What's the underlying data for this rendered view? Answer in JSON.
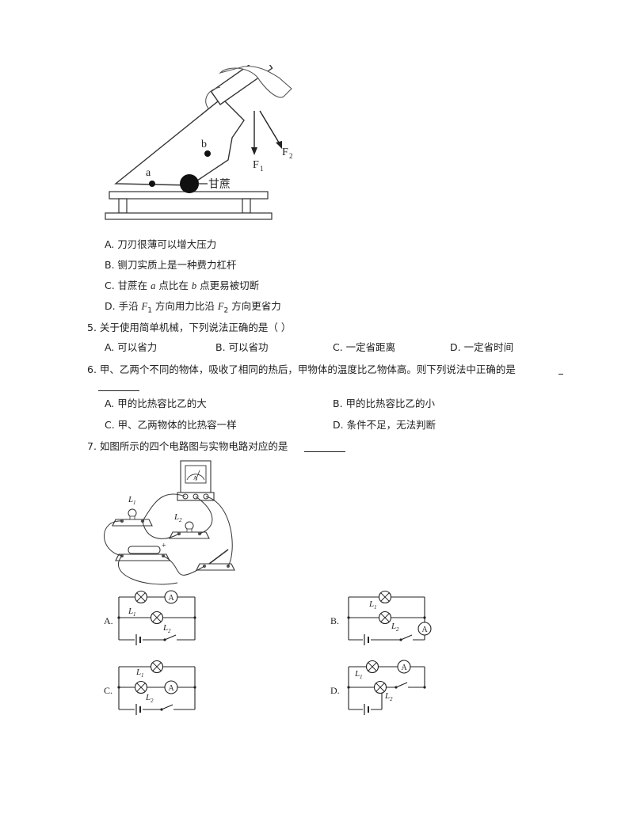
{
  "q4": {
    "figure": {
      "a": "a",
      "b": "b",
      "f1_main": "F",
      "f1_sub": "1",
      "f2_main": "F",
      "f2_sub": "2",
      "cane_label": "甘蔗"
    },
    "options": [
      "A. 刀刃很薄可以增大压力",
      "B. 铡刀实质上是一种费力杠杆"
    ],
    "option_c": {
      "p1": "C. 甘蔗在 ",
      "v1": "a",
      "p2": " 点比在 ",
      "v2": "b",
      "p3": " 点更易被切断"
    },
    "option_d": {
      "p1": "D. 手沿 ",
      "v1": "F",
      "s1": "1",
      "p2": " 方向用力比沿 ",
      "v2": "F",
      "s2": "2",
      "p3": " 方向更省力"
    }
  },
  "q5": {
    "stem": "5. 关于使用简单机械，下列说法正确的是（   ）",
    "options": [
      "A. 可以省力",
      "B. 可以省功",
      "C. 一定省距离",
      "D. 一定省时间"
    ]
  },
  "q6": {
    "stem": "6. 甲、乙两个不同的物体，吸收了相同的热后，甲物体的温度比乙物体高。则下列说法中正确的是",
    "options": [
      "A. 甲的比热容比乙的大",
      "B. 甲的比热容比乙的小",
      "C. 甲、乙两物体的比热容一样",
      "D. 条件不足，无法判断"
    ]
  },
  "q7": {
    "stem": "7. 如图所示的四个电路图与实物电路对应的是",
    "physical": {
      "l1": "L",
      "l1s": "1",
      "l2": "L",
      "l2s": "2",
      "ammeter": "A",
      "plus": "+"
    },
    "choices": {
      "a": "A.",
      "b": "B.",
      "c": "C.",
      "d": "D.",
      "lamp1": "L",
      "sub1": "1",
      "lamp2": "L",
      "sub2": "2",
      "meter": "A"
    }
  }
}
